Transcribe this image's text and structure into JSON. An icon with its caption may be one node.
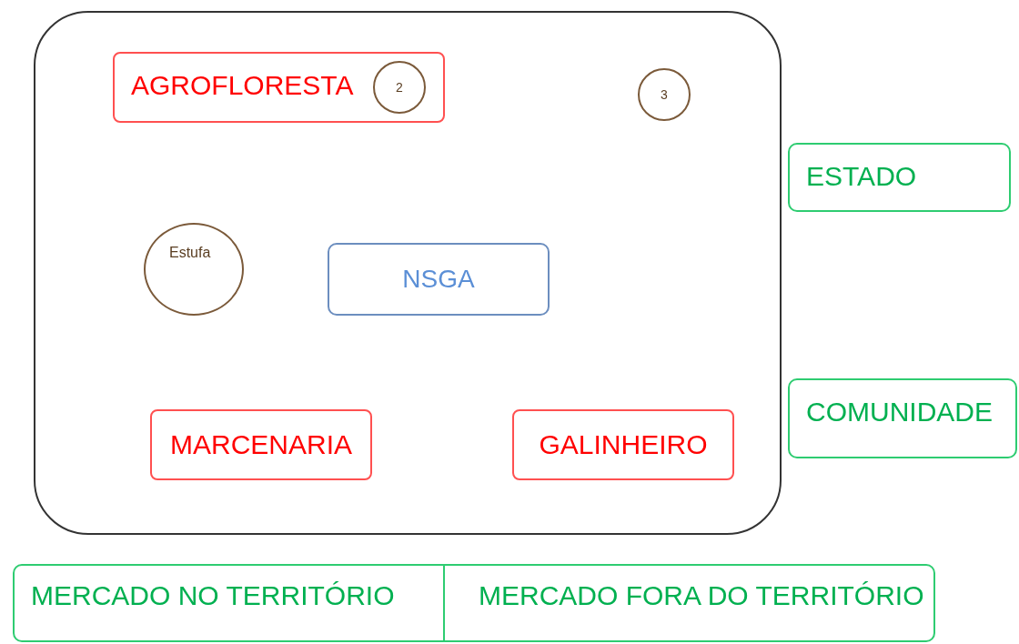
{
  "diagram": {
    "nodes": [
      {
        "text": [],
        "shape": "box"
      },
      {
        "text": [
          "AGROFLORESTA"
        ],
        "in": 0
      },
      {
        "text": [
          "2"
        ],
        "in": 1
      },
      {
        "text": [
          "3"
        ],
        "in": 0
      },
      {
        "text": [
          "Estufa"
        ],
        "in": 0
      },
      {
        "text": [
          "NSGA"
        ],
        "in": 0
      },
      {
        "text": [
          "MARCENARIA"
        ],
        "in": 0
      },
      {
        "text": [
          "GALINHEIRO"
        ],
        "in": 0
      },
      {
        "text": [
          "ESTADO"
        ]
      },
      {
        "text": [
          "COMUNIDADE"
        ]
      },
      {
        "text": [
          "MERCADO NO TERRITÓRIO"
        ]
      },
      {
        "text": [
          "MERCADO FORA DO TERRITÓRIO"
        ]
      }
    ]
  }
}
